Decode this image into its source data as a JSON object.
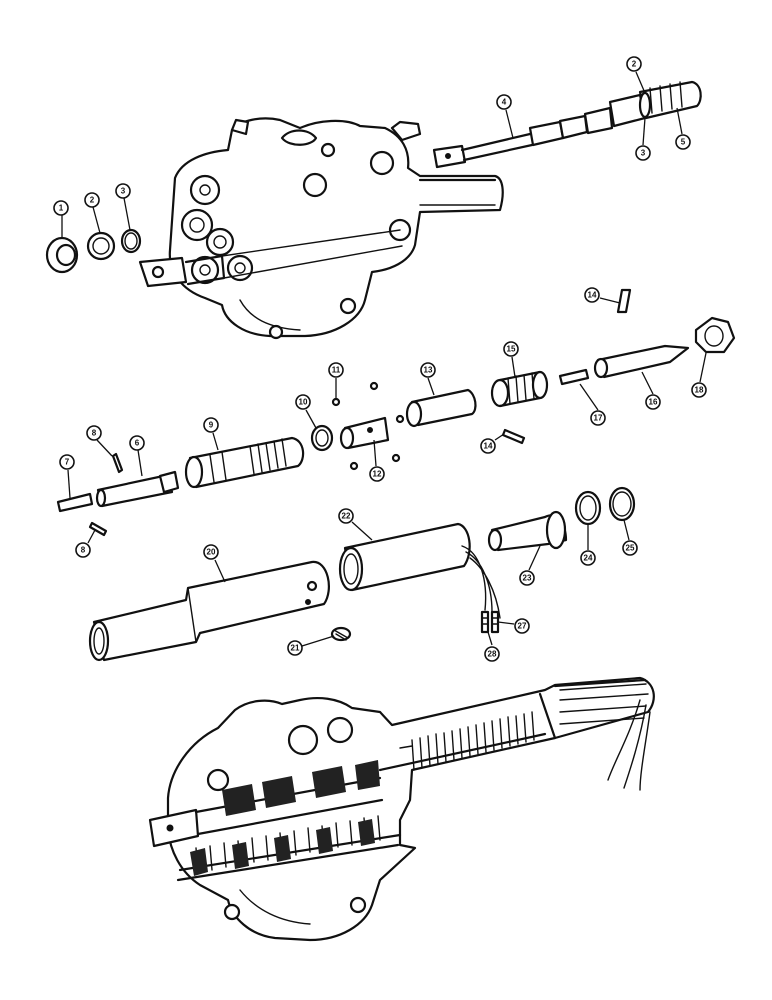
{
  "callouts": [
    {
      "label": "1"
    },
    {
      "label": "2"
    },
    {
      "label": "3"
    },
    {
      "label": "2"
    },
    {
      "label": "3"
    },
    {
      "label": "4"
    },
    {
      "label": "5"
    },
    {
      "label": "6"
    },
    {
      "label": "7"
    },
    {
      "label": "8"
    },
    {
      "label": "8"
    },
    {
      "label": "9"
    },
    {
      "label": "10"
    },
    {
      "label": "11"
    },
    {
      "label": "12"
    },
    {
      "label": "13"
    },
    {
      "label": "14"
    },
    {
      "label": "14"
    },
    {
      "label": "15"
    },
    {
      "label": "16"
    },
    {
      "label": "17"
    },
    {
      "label": "18"
    },
    {
      "label": "20"
    },
    {
      "label": "21"
    },
    {
      "label": "22"
    },
    {
      "label": "23"
    },
    {
      "label": "24"
    },
    {
      "label": "25"
    },
    {
      "label": "27"
    },
    {
      "label": "28"
    }
  ]
}
